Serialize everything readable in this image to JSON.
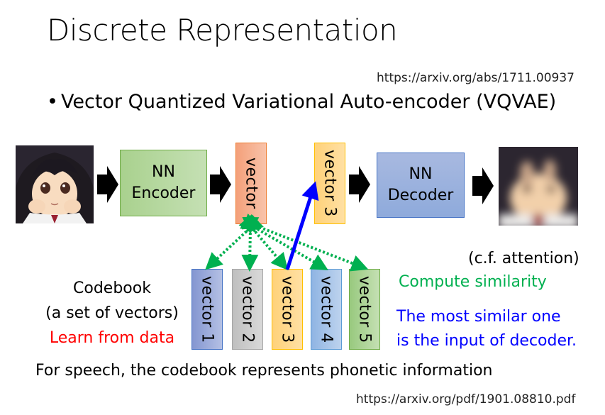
{
  "slide": {
    "title": "Discrete Representation",
    "reference_top": "https://arxiv.org/abs/1711.00937",
    "bullet": "Vector Quantized Variational Auto-encoder (VQVAE)",
    "bullet_marker": "•"
  },
  "pipeline": {
    "input_image": "anime-girl-face-image",
    "encoder_line1": "NN",
    "encoder_line2": "Encoder",
    "encoded_vector": "vector",
    "selected_vector": "vector 3",
    "decoder_line1": "NN",
    "decoder_line2": "Decoder",
    "output_image": "blurry-reconstructed-face-image"
  },
  "codebook": {
    "title": "Codebook",
    "subtitle": "(a set of vectors)",
    "note": "Learn from data",
    "vectors": [
      "vector 1",
      "vector 2",
      "vector 3",
      "vector 4",
      "vector 5"
    ],
    "selected_index": 3
  },
  "annotations": {
    "cf_attention": "(c.f. attention)",
    "compute_similarity": "Compute similarity",
    "most_similar_line1": "The most similar one",
    "most_similar_line2": "is the input of decoder."
  },
  "footer": {
    "speech_note": "For speech, the codebook represents phonetic information",
    "reference_bottom": "https://arxiv.org/pdf/1901.08810.pdf"
  },
  "colors": {
    "learn_red": "#ff0000",
    "similarity_green": "#00b050",
    "selection_blue": "#0000ff"
  }
}
